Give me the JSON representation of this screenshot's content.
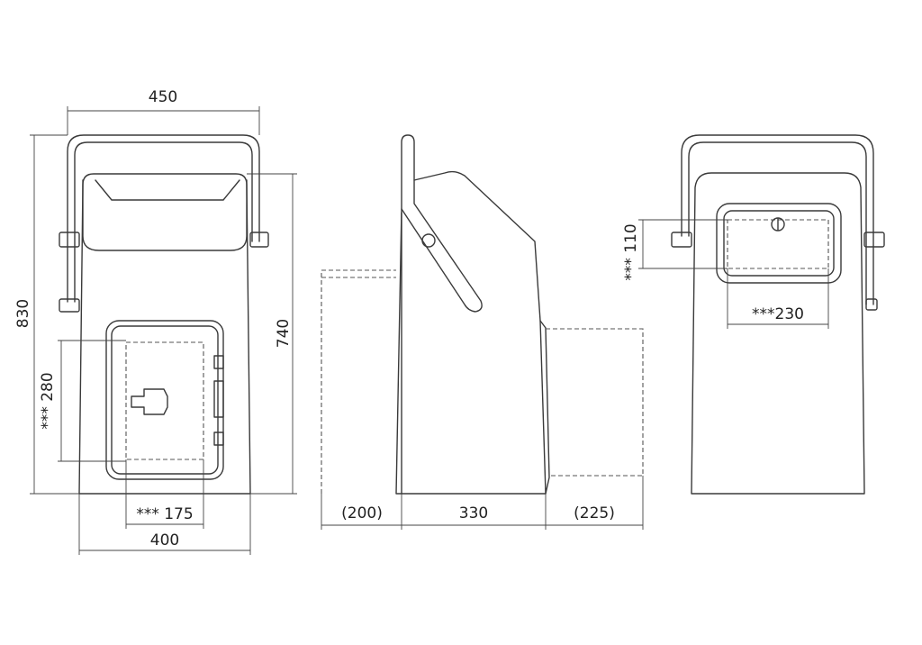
{
  "views": {
    "front": {
      "width_top": "450",
      "height_total": "830",
      "height_body": "740",
      "door_height": "*** 280",
      "door_width": "*** 175",
      "width_base": "400"
    },
    "side": {
      "left_clearance": "(200)",
      "depth": "330",
      "right_clearance": "(225)"
    },
    "rear": {
      "opening_height": "*** 110",
      "opening_width": "***230"
    }
  },
  "colors": {
    "line": "#3a3a3a",
    "background": "#ffffff"
  }
}
